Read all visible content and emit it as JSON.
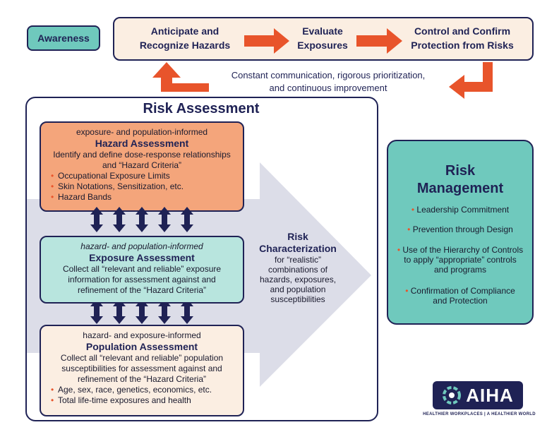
{
  "awareness": "Awareness",
  "steps": {
    "anticipate": [
      "Anticipate and",
      "Recognize Hazards"
    ],
    "evaluate": [
      "Evaluate",
      "Exposures"
    ],
    "control": [
      "Control and Confirm",
      "Protection from Risks"
    ]
  },
  "loop_text": [
    "Constant communication, rigorous prioritization,",
    "and continuous improvement"
  ],
  "risk_assessment": {
    "title": "Risk Assessment",
    "hazard": {
      "sub": "exposure- and population-informed",
      "title": "Hazard Assessment",
      "body": [
        "Identify and define dose-response relationships",
        "and “Hazard Criteria”"
      ],
      "bullets": [
        "Occupational Exposure Limits",
        "Skin Notations, Sensitization, etc.",
        "Hazard Bands"
      ]
    },
    "exposure": {
      "sub": "hazard- and population-informed",
      "title": "Exposure Assessment",
      "body": [
        "Collect all “relevant and reliable” exposure",
        "information for assessment against and",
        "refinement of the “Hazard Criteria”"
      ]
    },
    "population": {
      "sub": "hazard- and exposure-informed",
      "title": "Population Assessment",
      "body": [
        "Collect all “relevant and reliable” population",
        "susceptibilities for assessment against and",
        "refinement of the “Hazard Criteria”"
      ],
      "bullets": [
        "Age, sex, race, genetics, economics, etc.",
        "Total life-time exposures and health"
      ]
    },
    "characterization": {
      "title": [
        "Risk",
        "Characterization"
      ],
      "body": [
        "for “realistic”",
        "combinations of",
        "hazards, exposures,",
        "and population",
        "susceptibilities"
      ]
    }
  },
  "risk_management": {
    "title": [
      "Risk",
      "Management"
    ],
    "items": [
      [
        "Leadership Commitment"
      ],
      [
        "Prevention through Design"
      ],
      [
        "Use of the Hierarchy of Controls",
        "to apply “appropriate” controls",
        "and programs"
      ],
      [
        "Confirmation of Compliance",
        "and Protection"
      ]
    ]
  },
  "logo": {
    "text": "AIHA",
    "tagline": "HEALTHIER WORKPLACES | A HEALTHIER WORLD"
  },
  "colors": {
    "navy": "#1f2255",
    "orange": "#e8542b",
    "teal": "#6fc9bd",
    "peach": "#f4a57b",
    "cream": "#fbeee2",
    "mint": "#b8e5de",
    "arrow_gray": "#dcdde8"
  },
  "icons": [
    "right-arrow-icon",
    "loop-arrow-icon",
    "double-arrow-icon",
    "big-gray-arrow-icon",
    "aiha-logo-icon"
  ]
}
